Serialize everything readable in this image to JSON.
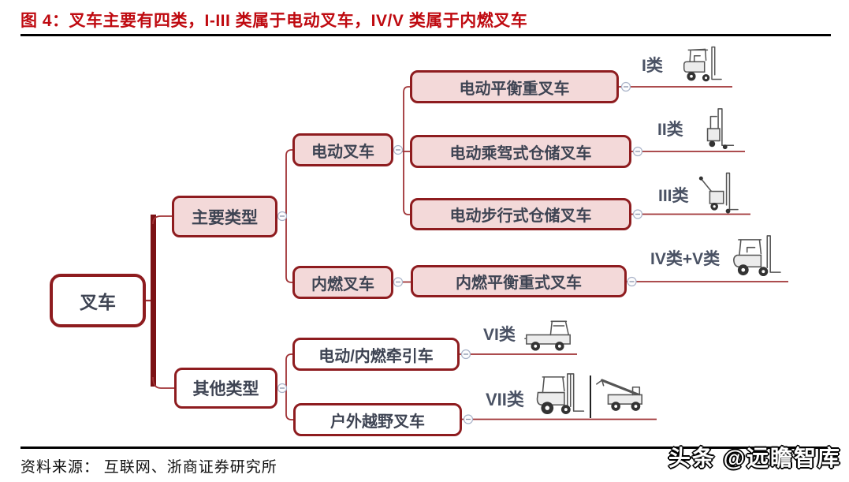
{
  "title": "图 4：叉车主要有四类，I-III 类属于电动叉车，IV/V 类属于内燃叉车",
  "footer": {
    "source": "资料来源： 互联网、浙商证券研究所",
    "watermark": "头条 @远瞻智库"
  },
  "nodes": {
    "root": "叉车",
    "main_types": "主要类型",
    "other_types": "其他类型",
    "electric": "电动叉车",
    "ic": "内燃叉车",
    "electric_counterbalance": "电动平衡重叉车",
    "electric_ride_warehouse": "电动乘驾式仓储叉车",
    "electric_walkie_warehouse": "电动步行式仓储叉车",
    "ic_counterbalance": "内燃平衡重式叉车",
    "tow_tractor": "电动/内燃牵引车",
    "rough_terrain": "户外越野叉车"
  },
  "class_labels": {
    "i": "I类",
    "ii": "II类",
    "iii": "III类",
    "iv_v": "IV类+V类",
    "vi": "VI类",
    "vii": "VII类"
  },
  "icons": {
    "class_i": "electric-counterbalance-forklift-icon",
    "class_ii": "electric-ride-on-warehouse-forklift-icon",
    "class_iii": "electric-walkie-stacker-icon",
    "class_iv_v": "ic-counterbalance-forklift-icon",
    "class_vi": "tow-tractor-icon",
    "class_vii_a": "rough-terrain-forklift-icon",
    "class_vii_b": "telehandler-icon"
  },
  "colors": {
    "title": "#bf0a10",
    "node_border": "#8e1c1f",
    "node_fill_pink": "#f3d9d9",
    "connector": "#a03336",
    "trunk": "#7c1215",
    "class_label": "#4a5264"
  }
}
